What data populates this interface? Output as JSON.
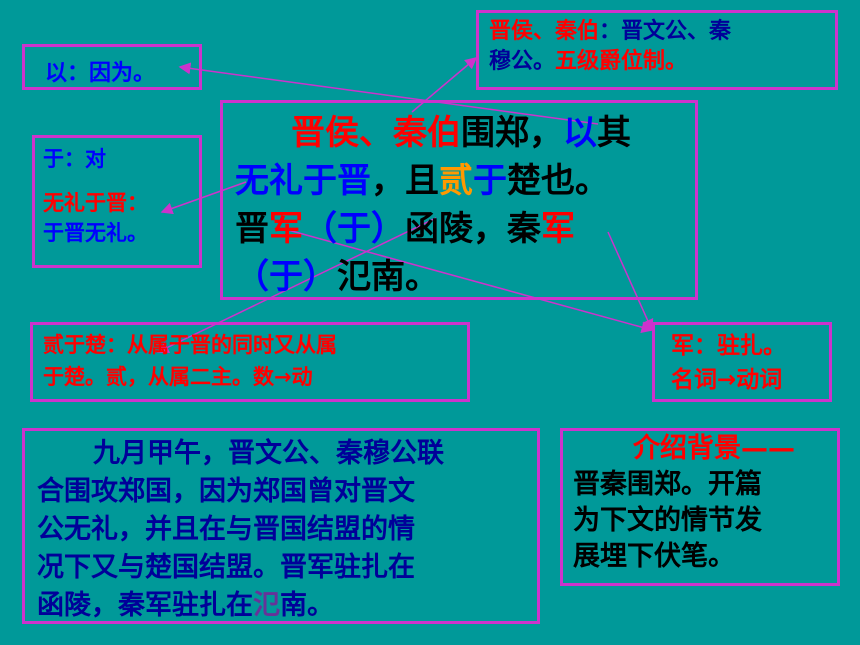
{
  "note_yi": {
    "text": "以：因为。"
  },
  "note_jin": {
    "line1_red": "晋侯、秦伯",
    "line1_rest": "：晋文公、秦",
    "line2_black": "穆公。",
    "line2_red": "五级爵位制。"
  },
  "main": {
    "l1_a": "晋侯、秦伯",
    "l1_b": "围郑，",
    "l1_c": "以",
    "l1_d": "其",
    "l2_a": "无礼于晋",
    "l2_b": "，且",
    "l2_c": "贰",
    "l2_d": "于",
    "l2_e": "楚也。",
    "l3_a": "晋",
    "l3_b": "军",
    "l3_c": "（于）",
    "l3_d": "函陵，秦",
    "l3_e": "军",
    "l4_a": "（于）",
    "l4_b": "氾南。"
  },
  "note_yu": {
    "line1": "于：对",
    "line2": "无礼于晋：",
    "line3": "于晋无礼。"
  },
  "note_er": {
    "line1": "贰于楚：从属于晋的同时又从属",
    "line2": "于楚。贰，从属二主。数→动"
  },
  "note_jun": {
    "line1": "军：驻扎。",
    "line2": "名词→动词"
  },
  "translation": {
    "p1": "九月甲午，晋文公、秦穆公联",
    "p2": "合围攻郑国，因为郑国曾对晋文",
    "p3": "公无礼，并且在与晋国结盟的情",
    "p4": "况下又与楚国结盟。晋军驻扎在",
    "p5a": "函陵，秦军驻扎在",
    "p5b": "氾",
    "p5c": "南。"
  },
  "background": {
    "title": "介绍背景",
    "dash": "——",
    "l1": "晋秦围郑。开篇",
    "l2": "为下文的情节发",
    "l3": "展埋下伏笔。"
  }
}
